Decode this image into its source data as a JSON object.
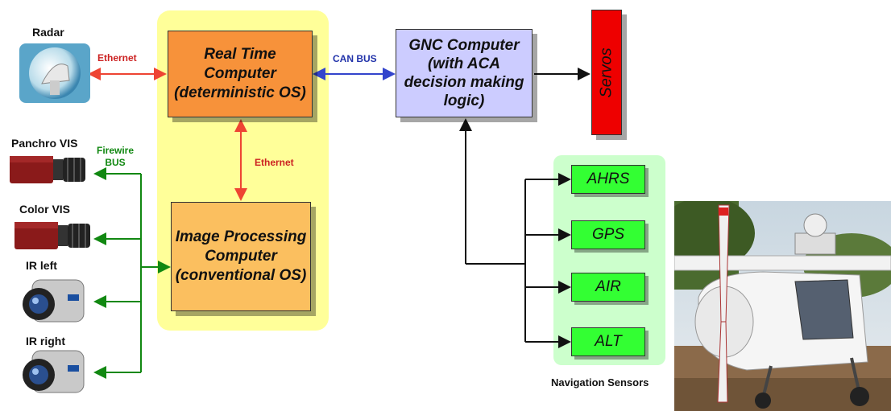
{
  "blocks": {
    "real_time": "Real Time Computer (deterministic OS)",
    "image_processing": "Image Processing Computer (conventional OS)",
    "gnc": "GNC Computer (with ACA decision making logic)",
    "servos": "Servos"
  },
  "devices": {
    "radar": "Radar",
    "panchro": "Panchro VIS",
    "color": "Color VIS",
    "ir_left": "IR left",
    "ir_right": "IR right"
  },
  "links": {
    "ethernet_radar": "Ethernet",
    "ethernet_internal": "Ethernet",
    "can_bus": "CAN BUS",
    "firewire_1": "Firewire",
    "firewire_2": "BUS"
  },
  "sensors": [
    "AHRS",
    "GPS",
    "AIR",
    "ALT"
  ],
  "nav_label": "Navigation Sensors",
  "colors": {
    "yellow_panel": "#ffff99",
    "green_panel": "#ccffcc",
    "real_time": "#f7923a",
    "image_processing": "#fbbf5f",
    "gnc": "#ccccff",
    "servos": "#ee0000",
    "sensor": "#33ff33",
    "ethernet": "#ee4433",
    "can": "#3344cc",
    "firewire": "#118811"
  }
}
